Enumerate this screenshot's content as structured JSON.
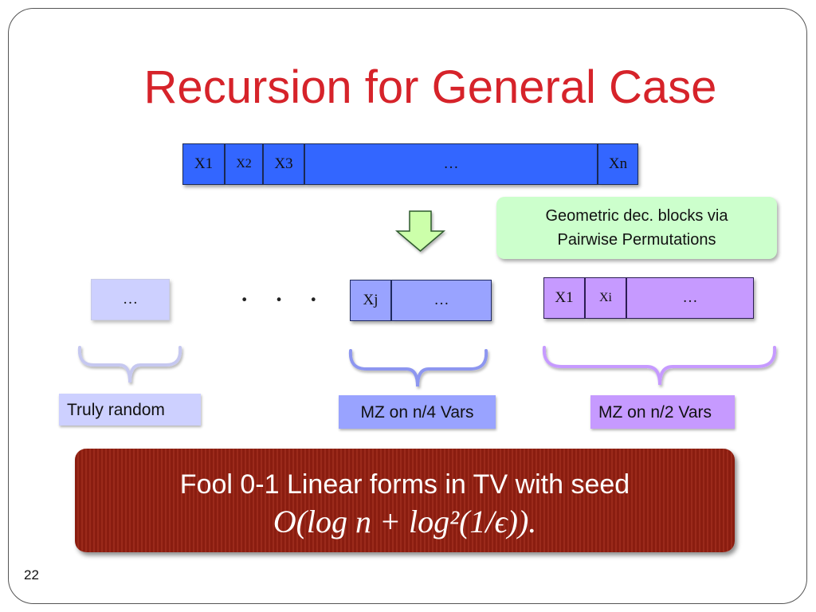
{
  "title": "Recursion for General Case",
  "top_row": {
    "cells": [
      "X1",
      "X2",
      "X3",
      "…",
      "Xn"
    ]
  },
  "callout": {
    "line1": "Geometric dec. blocks via",
    "line2": "Pairwise Permutations"
  },
  "groups": {
    "random_block": {
      "cell": "…",
      "label": "Truly random"
    },
    "middle_dots": "· · ·",
    "quarter_block": {
      "cells": [
        "Xj",
        "…"
      ],
      "label": "MZ on n/4 Vars"
    },
    "half_block": {
      "cells": [
        "X1",
        "Xi",
        "…"
      ],
      "label": "MZ on n/2 Vars"
    }
  },
  "banner": {
    "line1": "Fool 0-1 Linear forms in TV with seed",
    "line2": "O(log n + log²(1/ϵ))."
  },
  "page_number": "22",
  "colors": {
    "title": "#d6232a",
    "top_row": "#3366ff",
    "quarter": "#99a3ff",
    "half": "#c69aff",
    "random": "#cdd0ff",
    "callout": "#ccffcc",
    "banner": "#8a1d10"
  }
}
